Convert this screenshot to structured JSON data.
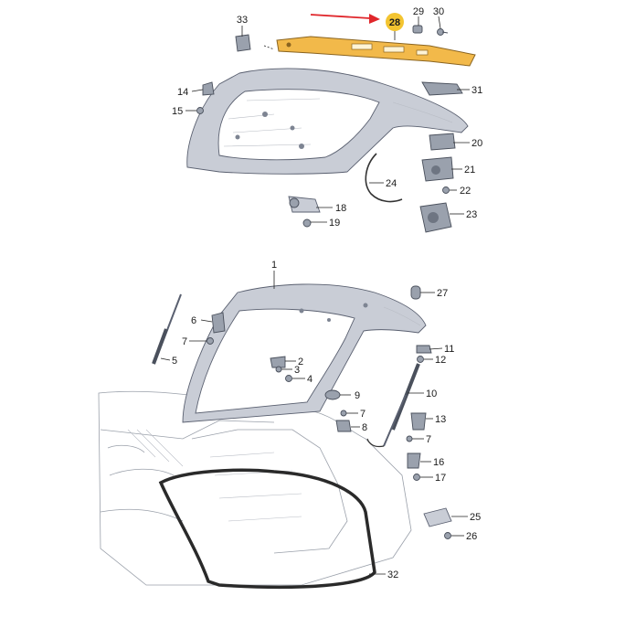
{
  "highlight": {
    "part_number": "28",
    "badge_color": "#f3c430",
    "part_color": "#f2b94a",
    "arrow_color": "#e0262b"
  },
  "callouts": [
    {
      "id": "33",
      "text": "33"
    },
    {
      "id": "29",
      "text": "29"
    },
    {
      "id": "30",
      "text": "30"
    },
    {
      "id": "31",
      "text": "31"
    },
    {
      "id": "14",
      "text": "14"
    },
    {
      "id": "15",
      "text": "15"
    },
    {
      "id": "20",
      "text": "20"
    },
    {
      "id": "21",
      "text": "21"
    },
    {
      "id": "24",
      "text": "24"
    },
    {
      "id": "22",
      "text": "22"
    },
    {
      "id": "18",
      "text": "18"
    },
    {
      "id": "23",
      "text": "23"
    },
    {
      "id": "19",
      "text": "19"
    },
    {
      "id": "1",
      "text": "1"
    },
    {
      "id": "27",
      "text": "27"
    },
    {
      "id": "6",
      "text": "6"
    },
    {
      "id": "7a",
      "text": "7"
    },
    {
      "id": "11",
      "text": "11"
    },
    {
      "id": "12",
      "text": "12"
    },
    {
      "id": "2",
      "text": "2"
    },
    {
      "id": "3",
      "text": "3"
    },
    {
      "id": "5",
      "text": "5"
    },
    {
      "id": "4",
      "text": "4"
    },
    {
      "id": "10",
      "text": "10"
    },
    {
      "id": "9",
      "text": "9"
    },
    {
      "id": "7b",
      "text": "7"
    },
    {
      "id": "13",
      "text": "13"
    },
    {
      "id": "8",
      "text": "8"
    },
    {
      "id": "7c",
      "text": "7"
    },
    {
      "id": "16",
      "text": "16"
    },
    {
      "id": "17",
      "text": "17"
    },
    {
      "id": "25",
      "text": "25"
    },
    {
      "id": "26",
      "text": "26"
    },
    {
      "id": "32",
      "text": "32"
    }
  ]
}
